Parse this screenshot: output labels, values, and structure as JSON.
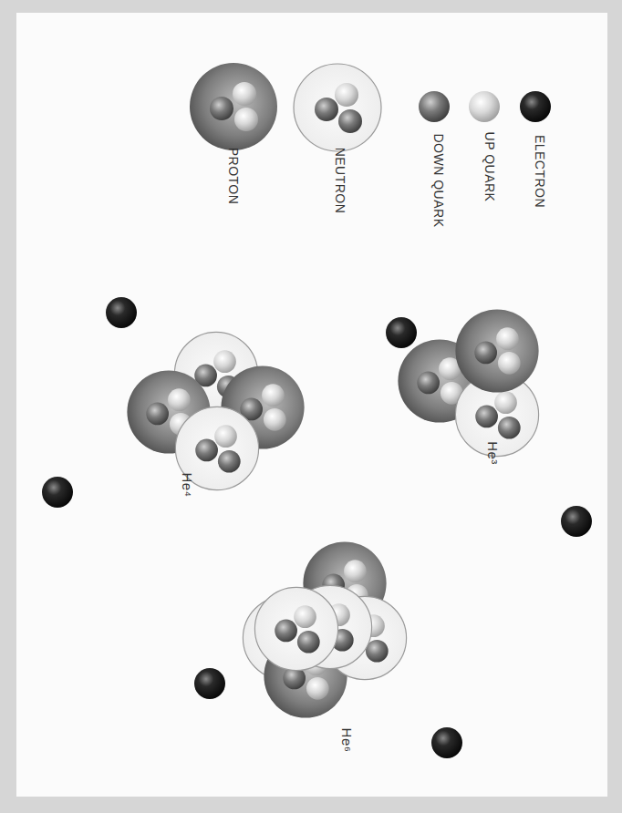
{
  "diagram": {
    "labels": [
      "He³",
      "He⁴",
      "He⁶"
    ],
    "legend": [
      {
        "text": "ELECTRON"
      },
      {
        "text": "UP QUARK"
      },
      {
        "text": "DOWN QUARK"
      },
      {
        "text": "NEUTRON"
      },
      {
        "text": "PROTON"
      }
    ]
  }
}
